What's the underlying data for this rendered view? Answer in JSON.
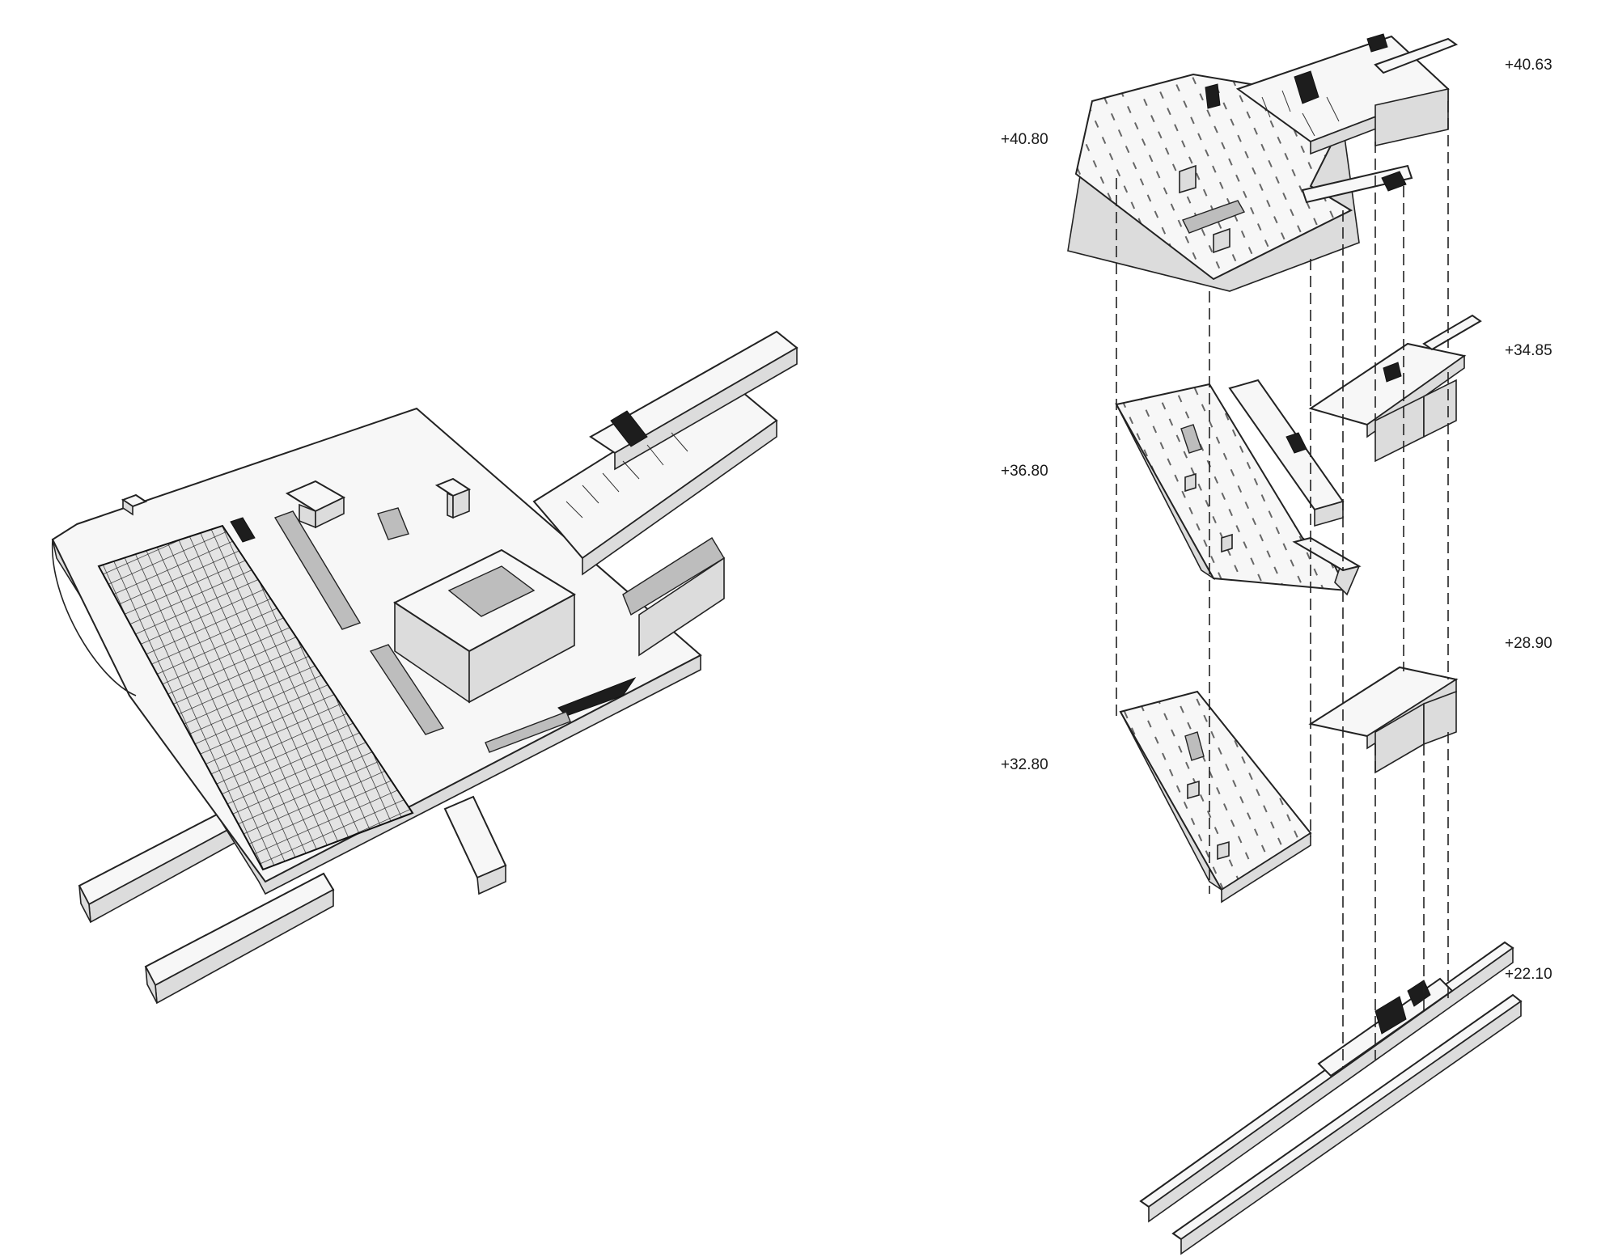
{
  "levels": {
    "l1": "+40.63",
    "l2": "+40.80",
    "l3": "+34.85",
    "l4": "+36.80",
    "l5": "+28.90",
    "l6": "+32.80",
    "l7": "+22.10"
  }
}
